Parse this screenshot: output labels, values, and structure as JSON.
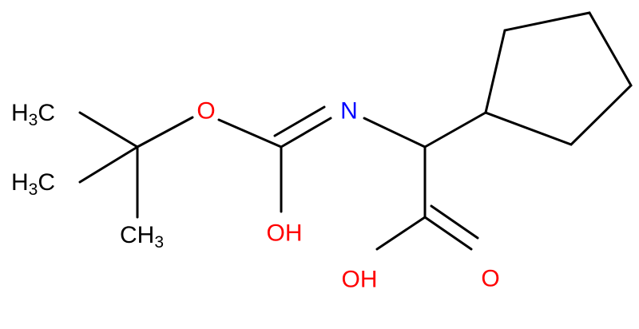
{
  "colors": {
    "bond": "#000000",
    "carbon_label": "#000000",
    "oxygen": "#ff0000",
    "nitrogen": "#0000ff"
  },
  "labels": {
    "methyl_top": {
      "main": "H",
      "sub": "3",
      "tail": "C"
    },
    "methyl_mid": {
      "main": "H",
      "sub": "3",
      "tail": "C"
    },
    "methyl_bottom": {
      "main": "CH",
      "sub": "3"
    },
    "ester_oxygen": "O",
    "imine_nitrogen": "N",
    "enol_hydroxyl": "OH",
    "acid_hydroxyl": "OH",
    "acid_carbonyl_oxygen": "O"
  }
}
